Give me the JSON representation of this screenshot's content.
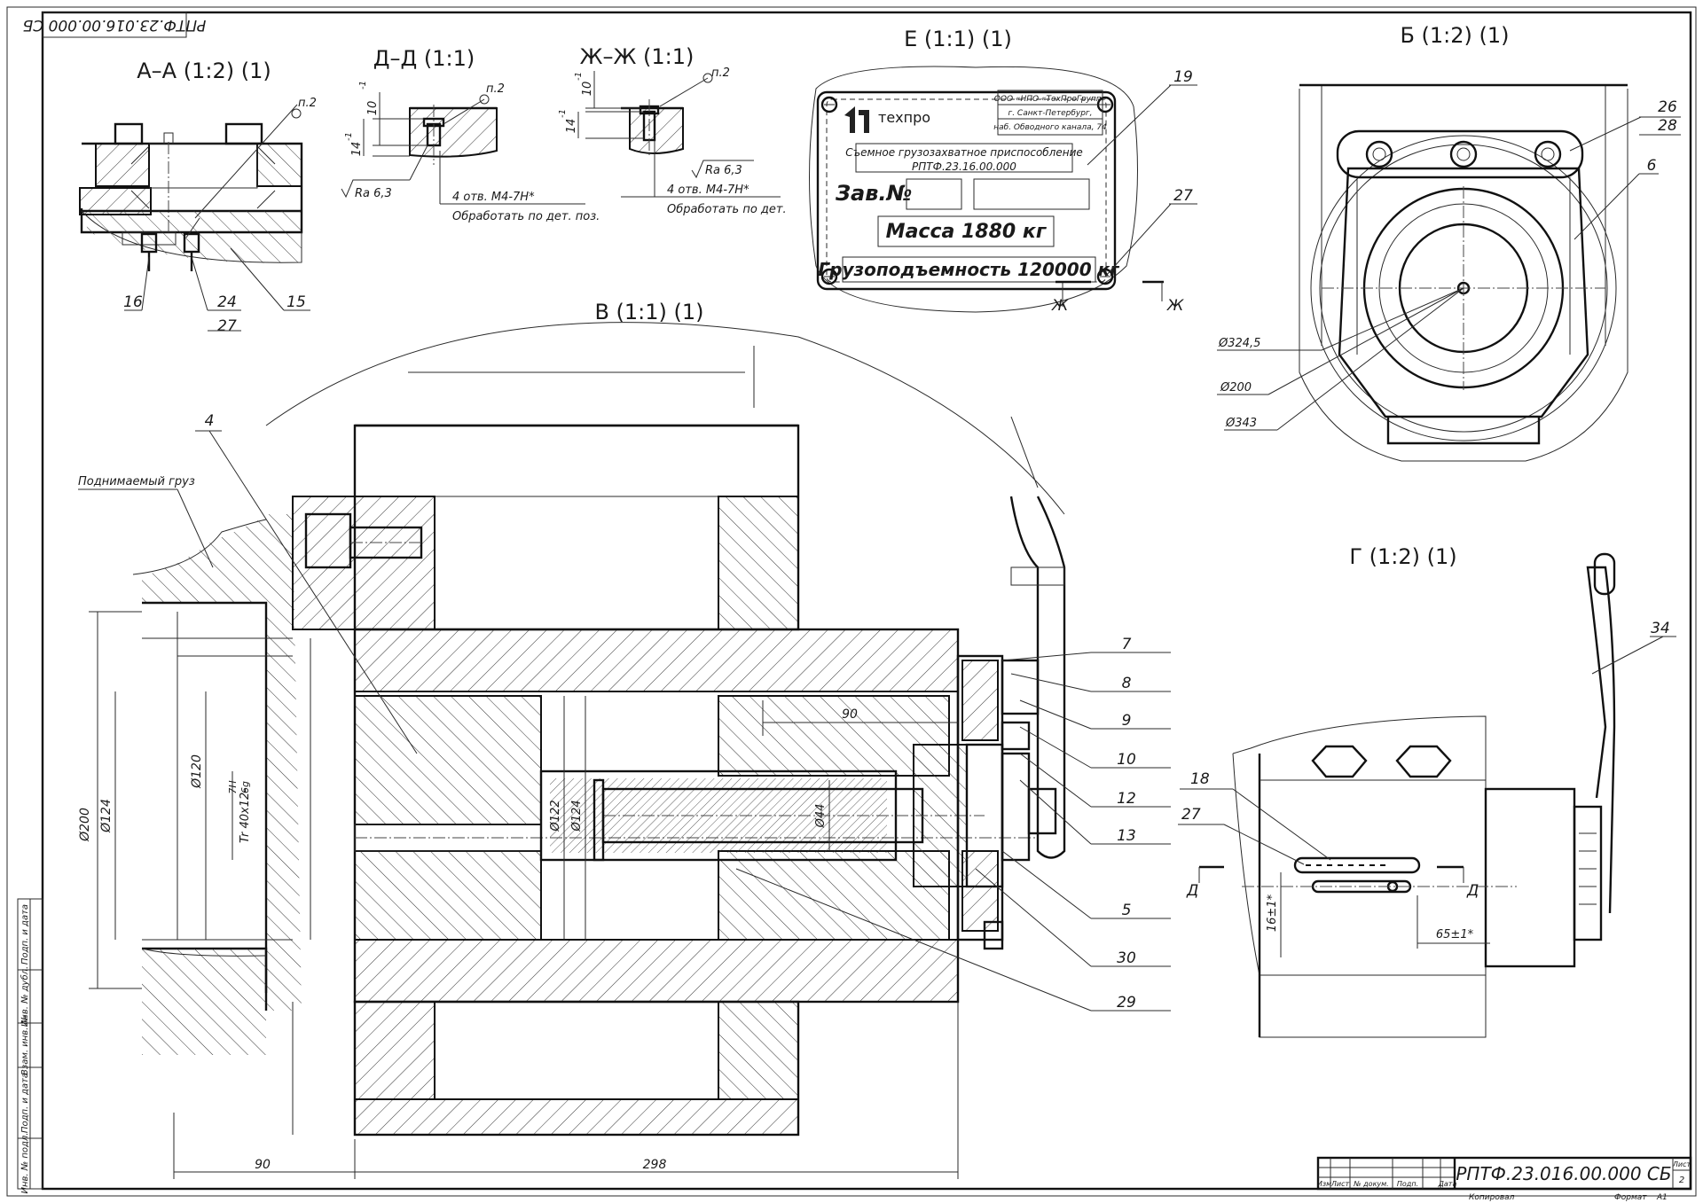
{
  "stamp": "РПТФ.23.016.00.000 СБ",
  "title_block": {
    "designation": "РПТФ.23.016.00.000 СБ",
    "sheet_label": "Лист",
    "sheet_no": "2",
    "copied": "Копировал",
    "format_label": "Формат",
    "format": "A1",
    "cols": [
      "Изм",
      "Лист",
      "№ докум.",
      "Подп.",
      "Дата"
    ]
  },
  "left_strip": [
    "Подп. и дата",
    "Инв. № дубл.",
    "Взам. инв. №",
    "Подп. и дата",
    "Инв. № подл."
  ],
  "views": {
    "aa": "А–А (1:2) (1)",
    "dd": "Д–Д (1:1)",
    "zhzh": "Ж–Ж (1:1)",
    "e": "Е (1:1) (1)",
    "b": "Б (1:2) (1)",
    "v": "В (1:1) (1)",
    "g": "Г (1:2) (1)"
  },
  "plate": {
    "logo": "техпро",
    "org1": "ООО «НПО «ТехПроГрупп»",
    "org2": "г. Санкт-Петербург,",
    "org3": "наб. Обводного канала, 74",
    "name1": "Съемное грузозахватное приспособление",
    "name2": "РПТФ.23.16.00.000",
    "zav": "Зав.№",
    "mass": "Масса 1880 кг",
    "capacity": "Грузоподъемность 120000 кг"
  },
  "notes": {
    "np2": "п.2",
    "ra": "Ra 6,3",
    "holes": "4 отв. М4-7Н*",
    "machine": "Обработать по дет. поз.",
    "machine2": "Обработать по дет.",
    "tol10": "10",
    "tol14": "14",
    "tolsup": "-1",
    "load": "Поднимаемый груз",
    "cut_zh": "Ж",
    "cut_d": "Д"
  },
  "dims": {
    "d324": "Ø324,5",
    "d200b": "Ø200",
    "d343": "Ø343",
    "d200": "Ø200",
    "d124": "Ø124",
    "d120": "Ø120",
    "tr": "Tr 40x12-",
    "tr_tol1": "7H",
    "tr_tol2": "6g",
    "d122": "Ø122",
    "d124b": "Ø124",
    "d44": "Ø44",
    "l90": "90",
    "l90b": "90",
    "l298": "298",
    "g16": "16±1*",
    "g65": "65±1*"
  },
  "positions": {
    "p16": "16",
    "p24": "24",
    "p27": "27",
    "p15": "15",
    "p19": "19",
    "p27e": "27",
    "p26": "26",
    "p28": "28",
    "p6": "6",
    "p4": "4",
    "p7": "7",
    "p8": "8",
    "p9": "9",
    "p10": "10",
    "p12": "12",
    "p13": "13",
    "p5": "5",
    "p30": "30",
    "p29": "29",
    "p34": "34",
    "p18": "18",
    "p27g": "27"
  }
}
